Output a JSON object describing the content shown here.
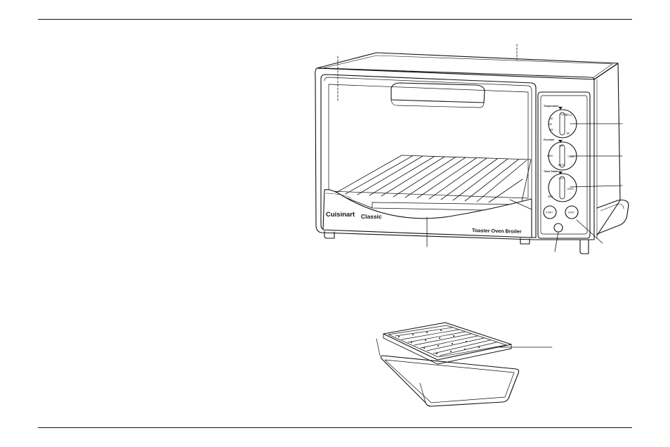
{
  "oven": {
    "brand": "Cuisinart",
    "model": "Classic",
    "product_name": "Toaster Oven Broiler",
    "panel": {
      "temperature_label": "Temperature",
      "function_label": "Function",
      "toast_shade_label": "Toast Shade",
      "temp_ticks": [
        "TOAST",
        "BROIL",
        "300",
        "200",
        "OFF",
        "450"
      ],
      "function_ticks": [
        "BAKE",
        "TOAST",
        "BROIL",
        "OFF"
      ],
      "shade_ticks": [
        "LIGHT",
        "MED",
        "DARK"
      ],
      "start_label": "START",
      "stop_label": "STOP"
    }
  },
  "colors": {
    "line": "#111111",
    "background": "#ffffff"
  }
}
